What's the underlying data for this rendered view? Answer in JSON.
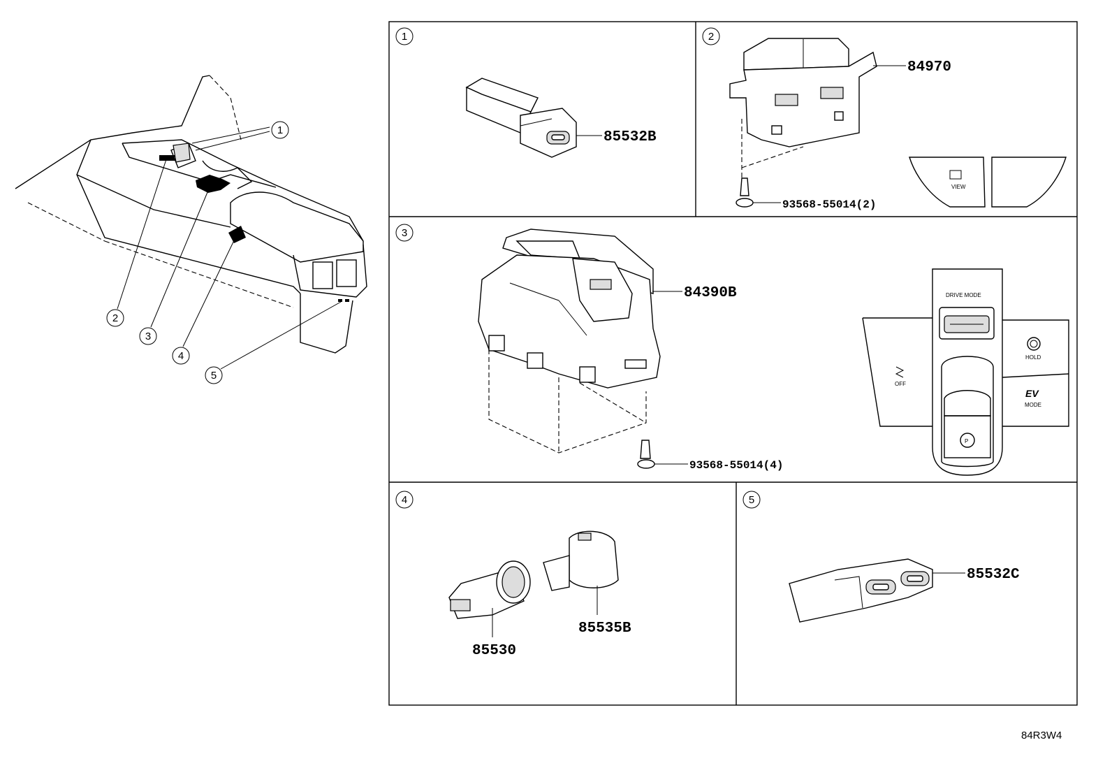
{
  "panels": [
    {
      "num": "1",
      "parts": [
        "85532B"
      ]
    },
    {
      "num": "2",
      "parts": [
        "84970",
        "93568-55014(2)"
      ],
      "button_labels": [
        "VIEW"
      ]
    },
    {
      "num": "3",
      "parts": [
        "84390B",
        "93568-55014(4)"
      ],
      "switch_labels": [
        "DRIVE MODE",
        "HOLD",
        "OFF",
        "EV",
        "MODE",
        "P"
      ]
    },
    {
      "num": "4",
      "parts": [
        "85530",
        "85535B"
      ]
    },
    {
      "num": "5",
      "parts": [
        "85532C"
      ]
    }
  ],
  "overview_callouts": [
    "1",
    "2",
    "3",
    "4",
    "5"
  ],
  "reference_code": "84R3W4"
}
